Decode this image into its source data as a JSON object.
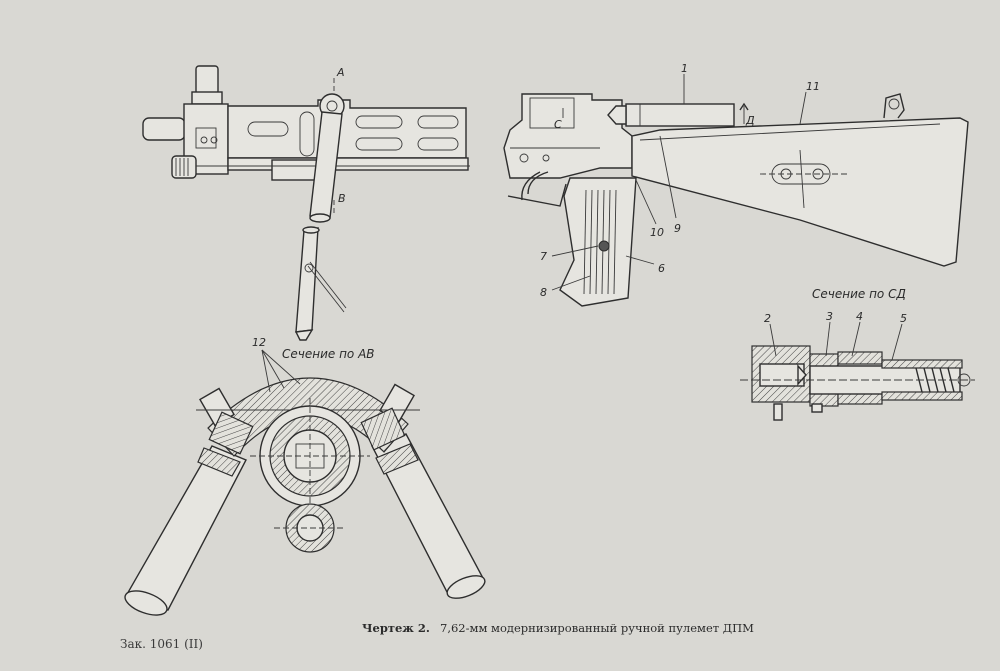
{
  "caption": {
    "number": "Чертеж 2.",
    "text": "7,62-мм модернизированный ручной пулемет ДПМ"
  },
  "order_number": "Зак. 1061 (II)",
  "section_labels": {
    "ab": "Сечение по АВ",
    "cd": "Сечение по СД"
  },
  "cut_letters": {
    "a": "А",
    "b": "В",
    "c": "С",
    "d": "Д"
  },
  "callouts": {
    "n1": "1",
    "n2": "2",
    "n3": "3",
    "n4": "4",
    "n5": "5",
    "n6": "6",
    "n7": "7",
    "n8": "8",
    "n9": "9",
    "n10": "10",
    "n11": "11",
    "n12": "12"
  }
}
